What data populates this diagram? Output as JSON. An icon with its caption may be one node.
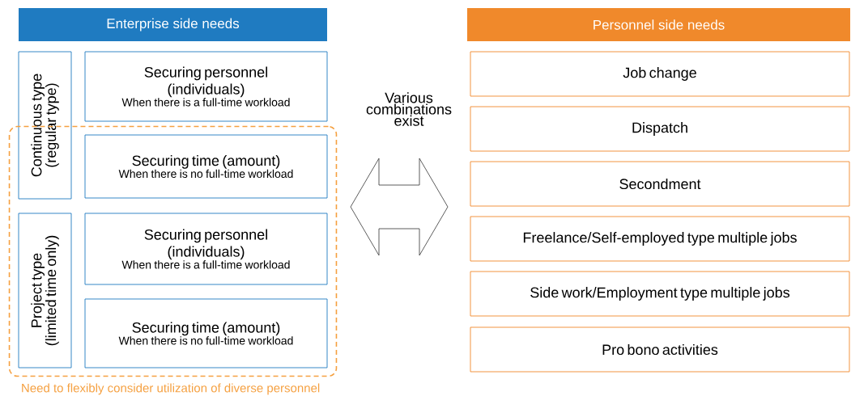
{
  "diagram": {
    "nodes": [
      {
        "text": [
          "Enterprise side needs"
        ]
      },
      {
        "text": [
          "Continuous type (regular type)"
        ]
      },
      {
        "text": [
          "Securing personnel (individuals)",
          "When there is a full-time workload"
        ]
      },
      {
        "text": [
          "Need to flexibly consider utilization of diverse personnel"
        ]
      },
      {
        "text": [
          "Securing time (amount)",
          "When there is no full-time workload"
        ],
        "in": 3
      },
      {
        "text": [
          "Project type (limited time only)"
        ],
        "in": 3
      },
      {
        "text": [
          "Securing personnel (individuals)",
          "When there is a full-time workload"
        ],
        "in": 3
      },
      {
        "text": [
          "Securing time (amount)",
          "When there is no full-time workload"
        ],
        "in": 3
      },
      {
        "text": [
          "Various combinations exist"
        ]
      },
      {
        "text": [
          "Personnel side needs"
        ]
      },
      {
        "text": [
          "Job change"
        ]
      },
      {
        "text": [
          "Dispatch"
        ]
      },
      {
        "text": [
          "Secondment"
        ]
      },
      {
        "text": [
          "Freelance/Self-employed type multiple jobs"
        ]
      },
      {
        "text": [
          "Side work/Employment type multiple jobs"
        ]
      },
      {
        "text": [
          "Pro bono activities"
        ]
      }
    ]
  }
}
